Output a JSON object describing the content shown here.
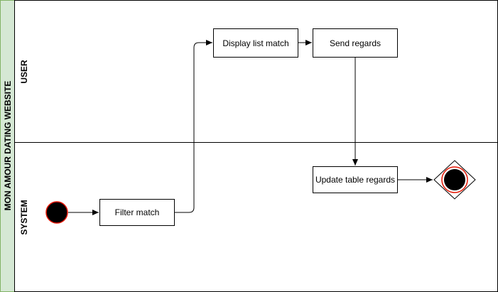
{
  "pool": {
    "title": "MON AMOUR DATING WEBSITE",
    "header_fill": "#d5e8d4",
    "header_stroke": "#82b366"
  },
  "lanes": [
    {
      "id": "user",
      "label": "USER"
    },
    {
      "id": "system",
      "label": "SYSTEM"
    }
  ],
  "nodes": {
    "filter_match": "Filter match",
    "display_list_match": "Display list match",
    "send_regards": "Send regards",
    "update_table_regards": "Update table regards"
  },
  "colors": {
    "event_fill": "#000000",
    "event_stroke": "#e51400",
    "line": "#000000"
  }
}
